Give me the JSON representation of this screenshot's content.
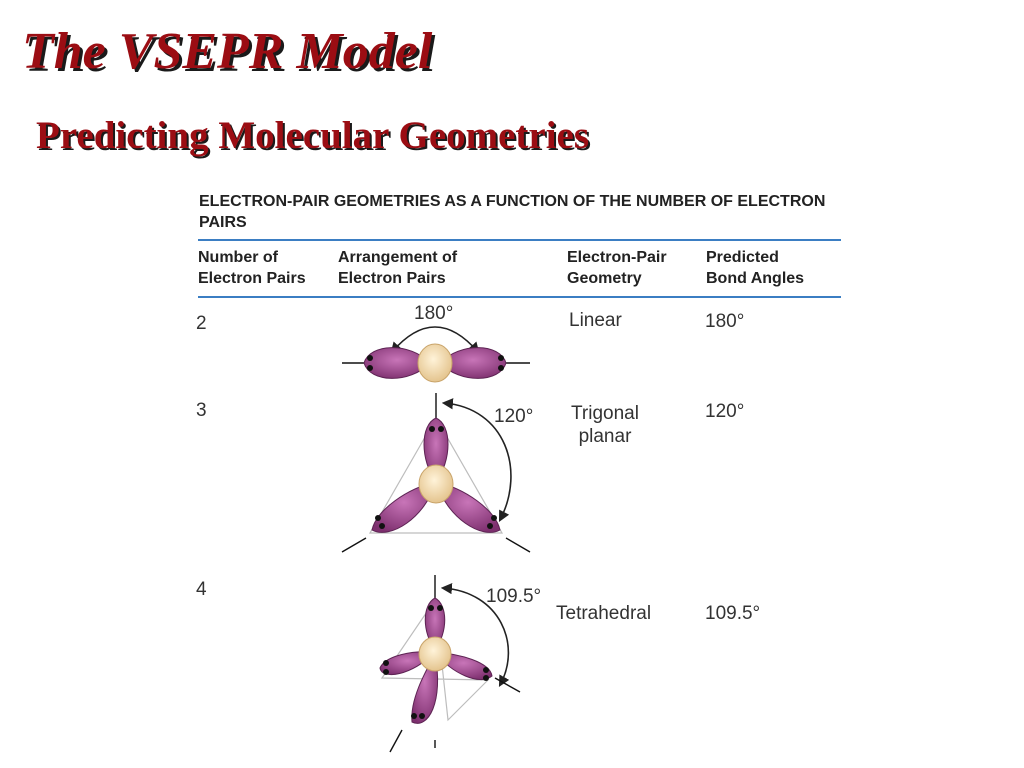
{
  "slide": {
    "title": "The VSEPR Model",
    "subtitle": "Predicting Molecular Geometries"
  },
  "figure": {
    "heading": "ELECTRON-PAIR GEOMETRIES AS A FUNCTION OF THE NUMBER OF ELECTRON PAIRS",
    "columns": [
      "Number of\nElectron Pairs",
      "Arrangement of\nElectron Pairs",
      "Electron-Pair\nGeometry",
      "Predicted\nBond Angles"
    ],
    "rows": [
      {
        "pairs": "2",
        "angle_label": "180°",
        "geometry": "Linear",
        "bond_angle": "180°"
      },
      {
        "pairs": "3",
        "angle_label": "120°",
        "geometry": "Trigonal\nplanar",
        "bond_angle": "120°"
      },
      {
        "pairs": "4",
        "angle_label": "109.5°",
        "geometry": "Tetrahedral",
        "bond_angle": "109.5°"
      }
    ]
  },
  "colors": {
    "title": "#9b0d13",
    "rule": "#3b7ec3",
    "lobe": "#a0468f",
    "nucleus": "#f3dbb0"
  }
}
